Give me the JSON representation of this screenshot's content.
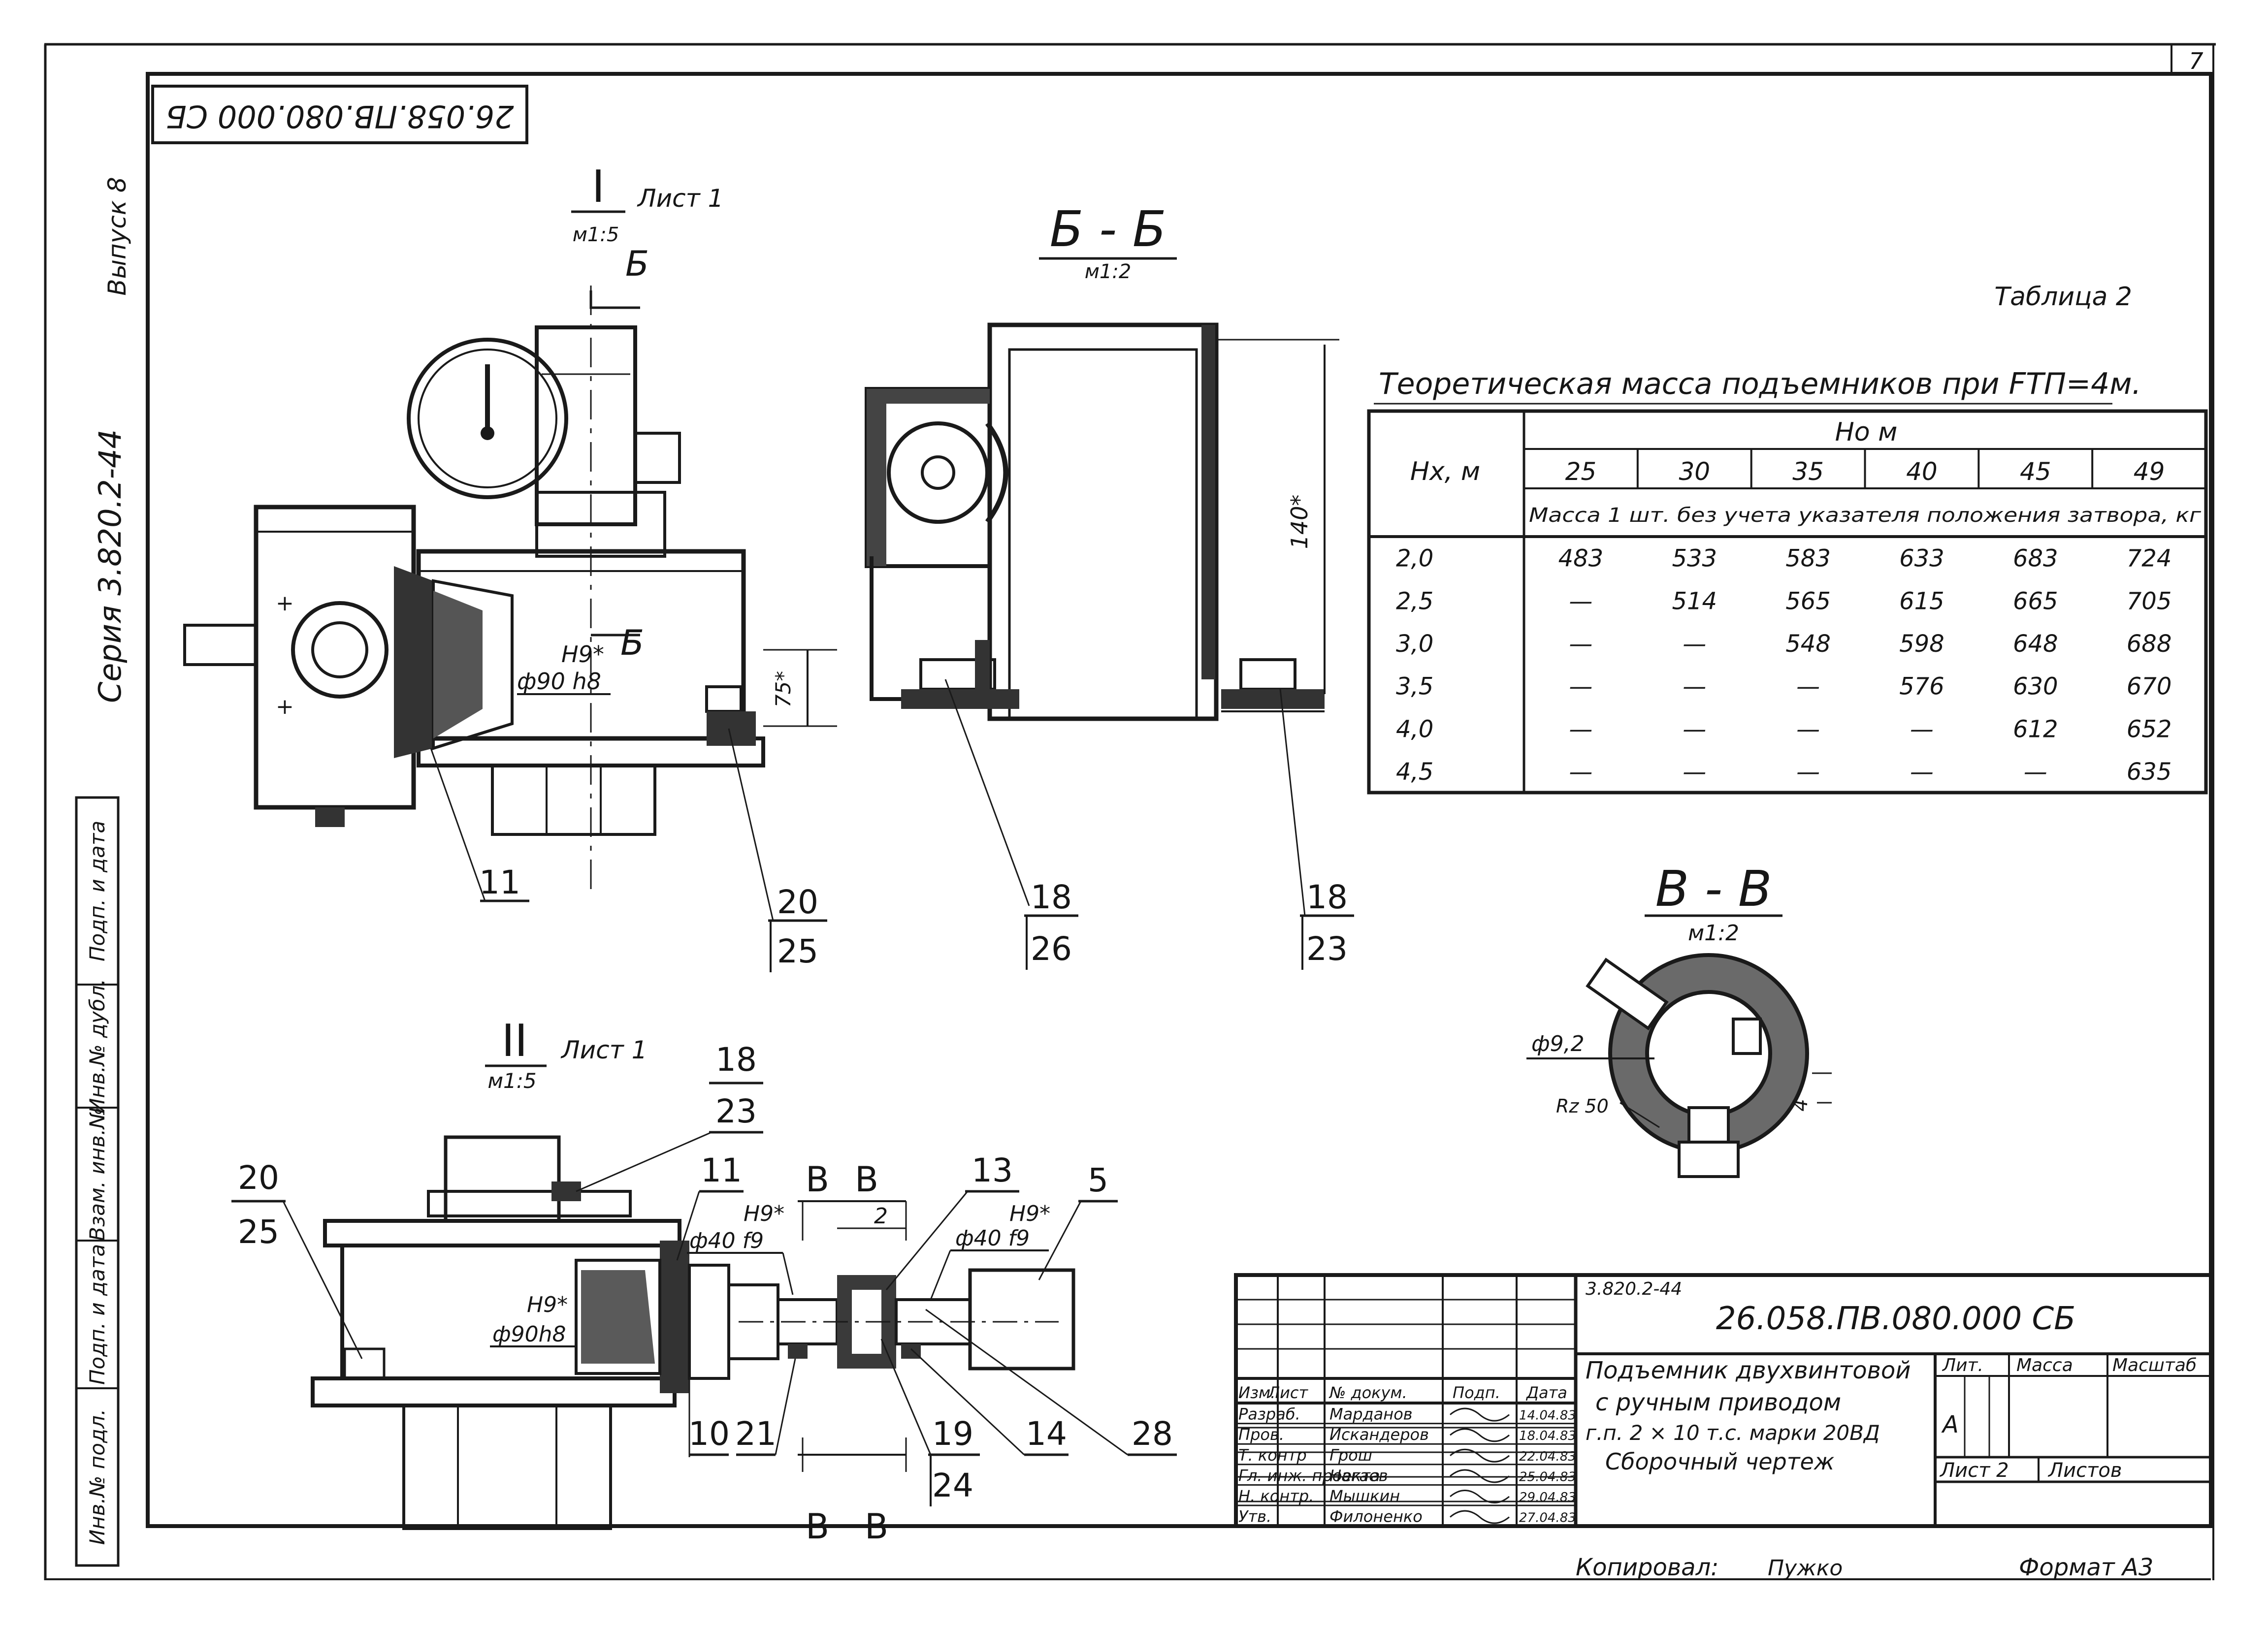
{
  "sheet_number": "7",
  "frame_stamp_code": "26.058.ПВ.080.000 СБ",
  "left_margin": {
    "issue": "Выпуск 8",
    "series": "Серия 3.820.2-44",
    "fields": [
      "Подп. и дата",
      "Инв.№ дубл.",
      "Взам. инв.№",
      "Подп. и дата",
      "Инв.№ подл."
    ]
  },
  "view_I": {
    "numeral": "I",
    "sheet_ref": "Лист 1",
    "scale": "м1:5",
    "section_mark": "Б",
    "fit": "Н9*",
    "shaft": "ф90 h8",
    "dim": "75*"
  },
  "section_BB": {
    "title": "Б - Б",
    "scale": "м1:2",
    "dim": "140*"
  },
  "view_II": {
    "numeral": "II",
    "sheet_ref": "Лист 1",
    "scale": "м1:5",
    "fit_a": "Н9*",
    "shaft_a": "ф40 f9",
    "fit_b": "Н9*",
    "shaft_b": "ф40 f9",
    "fit_c": "Н9*",
    "shaft_c": "ф90h8",
    "cut": "В",
    "dim": "2"
  },
  "section_VV": {
    "title": "В - В",
    "scale": "м1:2",
    "diameter": "ф9,2",
    "roughness": "Rz 50",
    "dim": "4"
  },
  "positions_view_I": [
    {
      "top": "11",
      "bottom": ""
    },
    {
      "top": "20",
      "bottom": "25"
    }
  ],
  "positions_section_BB": [
    {
      "top": "18",
      "bottom": "26"
    },
    {
      "top": "18",
      "bottom": "23"
    }
  ],
  "positions_view_II": {
    "p18_23": {
      "top": "18",
      "bottom": "23"
    },
    "p20_25": {
      "top": "20",
      "bottom": "25"
    },
    "p11": "11",
    "p13": "13",
    "p5": "5",
    "p10": "10",
    "p21": "21",
    "p19_24": {
      "top": "19",
      "bottom": "24"
    },
    "p14": "14",
    "p28": "28"
  },
  "table2": {
    "label": "Таблица 2",
    "title": "Теоретическая масса подъемников при FТП=4м.",
    "row_header": "Нх, м",
    "col_group": "Но м",
    "columns": [
      "25",
      "30",
      "35",
      "40",
      "45",
      "49"
    ],
    "subheader": "Масса 1 шт. без учета указателя положения затвора, кг",
    "rows": [
      {
        "h": "2,0",
        "v": [
          "483",
          "533",
          "583",
          "633",
          "683",
          "724"
        ]
      },
      {
        "h": "2,5",
        "v": [
          "—",
          "514",
          "565",
          "615",
          "665",
          "705"
        ]
      },
      {
        "h": "3,0",
        "v": [
          "—",
          "—",
          "548",
          "598",
          "648",
          "688"
        ]
      },
      {
        "h": "3,5",
        "v": [
          "—",
          "—",
          "—",
          "576",
          "630",
          "670"
        ]
      },
      {
        "h": "4,0",
        "v": [
          "—",
          "—",
          "—",
          "—",
          "612",
          "652"
        ]
      },
      {
        "h": "4,5",
        "v": [
          "—",
          "—",
          "—",
          "—",
          "—",
          "635"
        ]
      }
    ]
  },
  "title_block": {
    "series_code": "3.820.2-44",
    "doc_code": "26.058.ПВ.080.000 СБ",
    "name_lines": [
      "Подъемник двухвинтовой",
      "с ручным приводом",
      "г.п. 2 × 10 т.с. марки 20ВД",
      "Сборочный чертеж"
    ],
    "header": [
      "Изм.",
      "Лист",
      "№ докум.",
      "Подп.",
      "Дата"
    ],
    "signers": [
      {
        "role": "Разраб.",
        "name": "Марданов",
        "date": "14.04.83"
      },
      {
        "role": "Пров.",
        "name": "Искандеров",
        "date": "18.04.83"
      },
      {
        "role": "Т. контр",
        "name": "Грош",
        "date": "22.04.83"
      },
      {
        "role": "Гл. инж. проекта",
        "name": "Нагаев",
        "date": "25.04.83"
      },
      {
        "role": "Н. контр.",
        "name": "Мышкин",
        "date": "29.04.83"
      },
      {
        "role": "Утв.",
        "name": "Филоненко",
        "date": "27.04.83"
      }
    ],
    "lit_label": "Лит.",
    "mass_label": "Масса",
    "scale_label": "Масштаб",
    "lit_value": "А",
    "sheet_label": "Лист 2",
    "sheets_label": "Листов"
  },
  "copied_label": "Копировал:",
  "copied_by": "Пужко",
  "format_label": "Формат А3"
}
